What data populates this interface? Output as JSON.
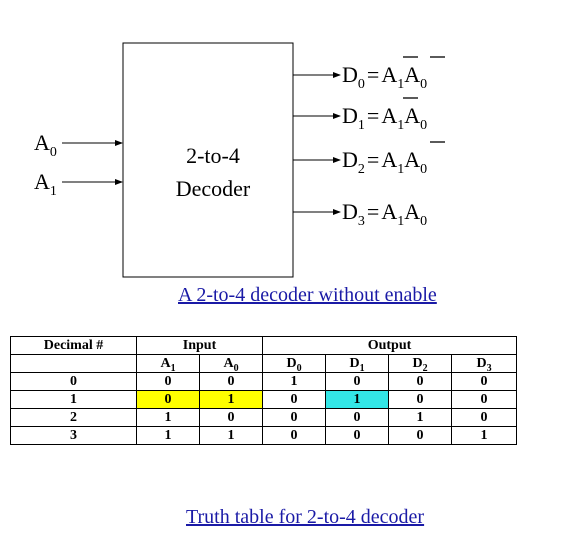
{
  "decoder": {
    "block_label_line1": "2-to-4",
    "block_label_line2": "Decoder",
    "inputs": [
      {
        "letter": "A",
        "sub": "0"
      },
      {
        "letter": "A",
        "sub": "1"
      }
    ],
    "outputs": [
      {
        "name": "D",
        "sub": "0",
        "terms": [
          {
            "letter": "A",
            "sub": "1",
            "bar": true
          },
          {
            "letter": "A",
            "sub": "0",
            "bar": true
          }
        ]
      },
      {
        "name": "D",
        "sub": "1",
        "terms": [
          {
            "letter": "A",
            "sub": "1",
            "bar": true
          },
          {
            "letter": "A",
            "sub": "0",
            "bar": false
          }
        ]
      },
      {
        "name": "D",
        "sub": "2",
        "terms": [
          {
            "letter": "A",
            "sub": "1",
            "bar": false
          },
          {
            "letter": "A",
            "sub": "0",
            "bar": true
          }
        ]
      },
      {
        "name": "D",
        "sub": "3",
        "terms": [
          {
            "letter": "A",
            "sub": "1",
            "bar": false
          },
          {
            "letter": "A",
            "sub": "0",
            "bar": false
          }
        ]
      }
    ],
    "equals_sign": "="
  },
  "captions": {
    "diagram": "A 2-to-4 decoder without enable",
    "table": "Truth table for 2-to-4 decoder"
  },
  "truth_table": {
    "group_headers": {
      "decimal": "Decimal #",
      "input": "Input",
      "output": "Output"
    },
    "column_headers": [
      {
        "letter": "A",
        "sub": "1"
      },
      {
        "letter": "A",
        "sub": "0"
      },
      {
        "letter": "D",
        "sub": "0"
      },
      {
        "letter": "D",
        "sub": "1"
      },
      {
        "letter": "D",
        "sub": "2"
      },
      {
        "letter": "D",
        "sub": "3"
      }
    ],
    "rows": [
      {
        "decimal": "0",
        "a1": "0",
        "a0": "0",
        "d0": "1",
        "d1": "0",
        "d2": "0",
        "d3": "0"
      },
      {
        "decimal": "1",
        "a1": "0",
        "a0": "1",
        "d0": "0",
        "d1": "1",
        "d2": "0",
        "d3": "0"
      },
      {
        "decimal": "2",
        "a1": "1",
        "a0": "0",
        "d0": "0",
        "d1": "0",
        "d2": "1",
        "d3": "0"
      },
      {
        "decimal": "3",
        "a1": "1",
        "a0": "1",
        "d0": "0",
        "d1": "0",
        "d2": "0",
        "d3": "1"
      }
    ],
    "highlights": {
      "yellow": "#ffff00",
      "cyan": "#33e6e6"
    }
  },
  "colors": {
    "caption_link": "#1a1aa6"
  }
}
